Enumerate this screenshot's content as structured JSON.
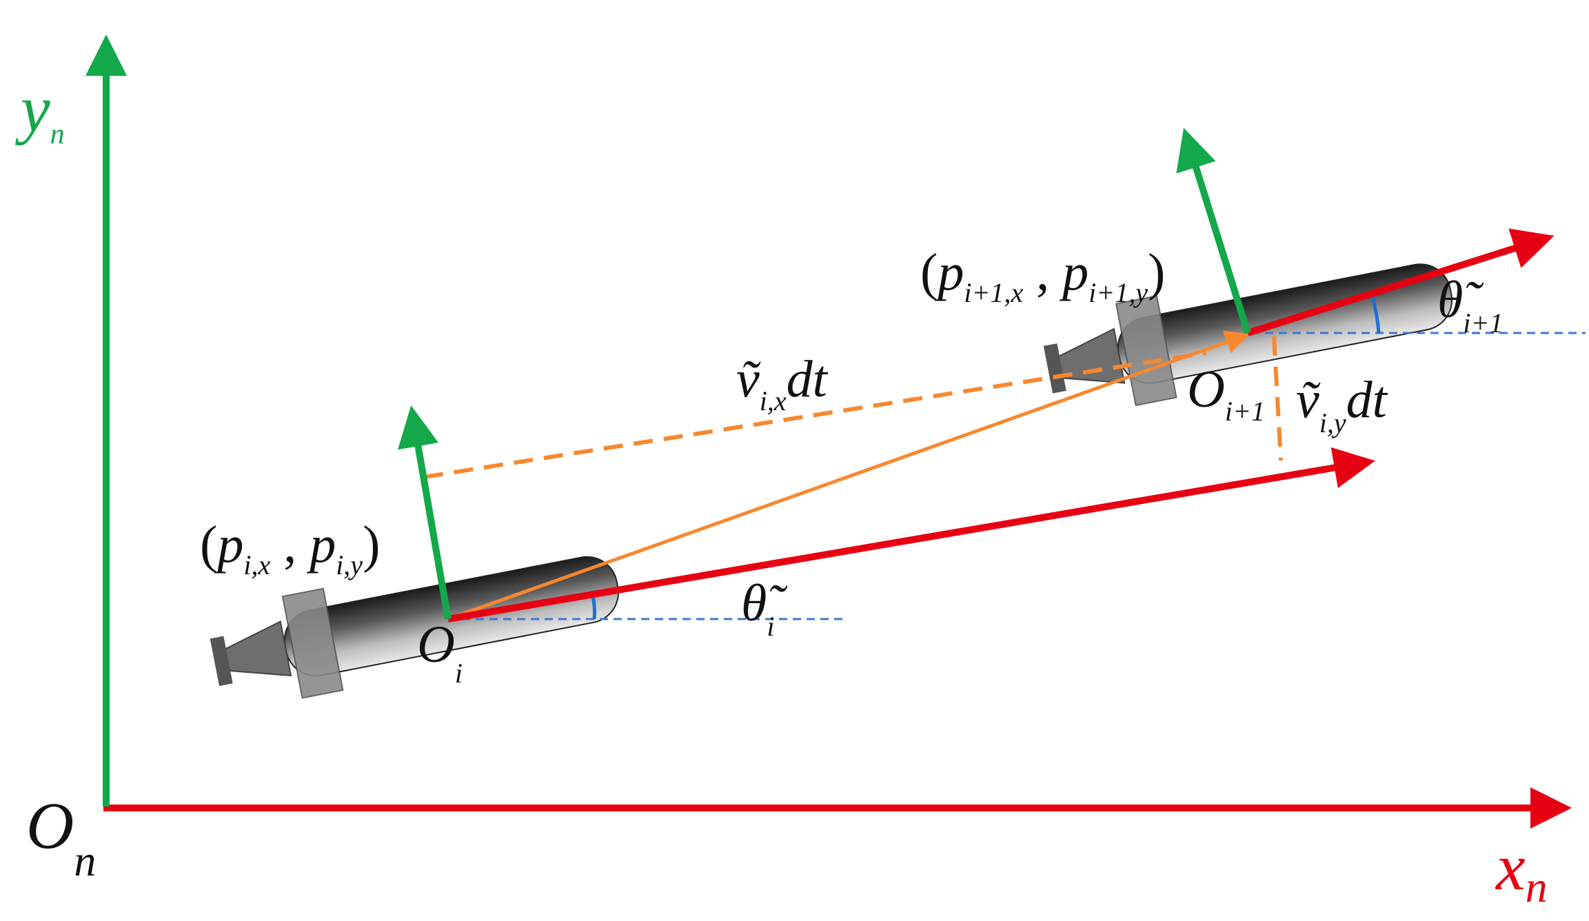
{
  "axes": {
    "origin_label": "O",
    "origin_sub": "n",
    "x_label": "x",
    "x_sub": "n",
    "y_label": "y",
    "y_sub": "n"
  },
  "vehicle_i": {
    "origin_label": "O",
    "origin_sub": "i",
    "pos_open": "(",
    "pos_p1": "p",
    "pos_p1_sub": "i,x",
    "pos_comma": " , ",
    "pos_p2": "p",
    "pos_p2_sub": "i,y",
    "pos_close": ")",
    "theta": "θ̃",
    "theta_sub": "i"
  },
  "vehicle_i1": {
    "origin_label": "O",
    "origin_sub": "i+1",
    "pos_open": "(",
    "pos_p1": "p",
    "pos_p1_sub": "i+1,x",
    "pos_comma": " , ",
    "pos_p2": "p",
    "pos_p2_sub": "i+1,y",
    "pos_close": ")",
    "theta": "θ̃",
    "theta_sub": "i+1"
  },
  "displacement": {
    "vx_main": "ṽ",
    "vx_sub": "i,x",
    "vx_tail": "dt",
    "vy_main": "ṽ",
    "vy_sub": "i,y",
    "vy_tail": "dt"
  },
  "colors": {
    "x_axis": "#e60012",
    "y_axis": "#13a84a",
    "displacement": "#f7882f",
    "reference_dashed": "#3a78d4",
    "hull": "#3c3c3c"
  }
}
